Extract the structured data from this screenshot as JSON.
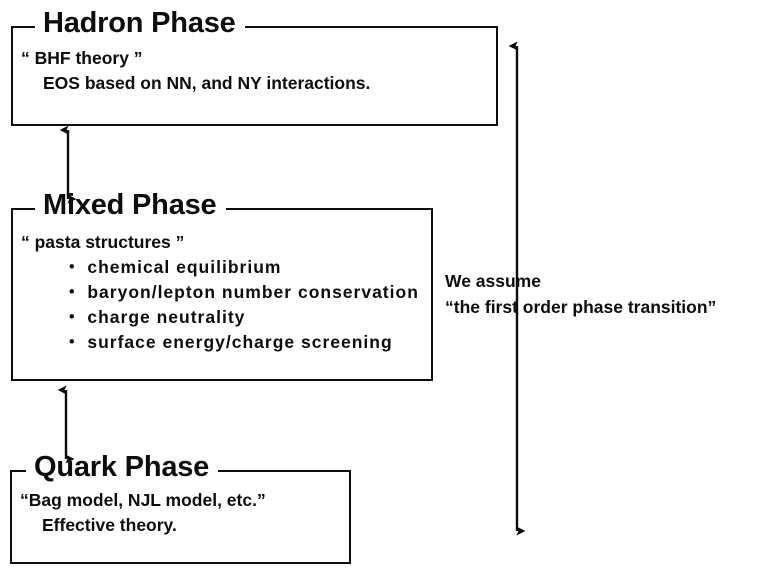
{
  "diagram": {
    "title_hidden": "",
    "boxes": [
      {
        "id": "hadron",
        "title": "Hadron Phase",
        "lines": [
          "“ BHF theory ”",
          "EOS based on NN, and NY interactions."
        ]
      },
      {
        "id": "mixed",
        "title": "Mixed Phase",
        "lines": [
          "“ pasta structures ”",
          "・ chemical equilibrium",
          "・ baryon/lepton number conservation",
          "・ charge neutrality",
          "・ surface energy/charge screening"
        ]
      },
      {
        "id": "quark",
        "title": "Quark Phase",
        "lines": [
          "“Bag model, NJL model, etc.”",
          "Effective theory."
        ]
      }
    ],
    "annotation": {
      "line1": "We assume",
      "line2": "“the first order phase transition”"
    },
    "arrows": [
      {
        "name": "hadron-mixed-double-arrow",
        "direction": "both"
      },
      {
        "name": "mixed-quark-double-arrow",
        "direction": "both"
      },
      {
        "name": "overall-span-double-arrow",
        "direction": "both"
      }
    ],
    "colors": {
      "stroke": "#0d0d0d",
      "text": "#0d0d0d",
      "background": "#ffffff"
    }
  }
}
